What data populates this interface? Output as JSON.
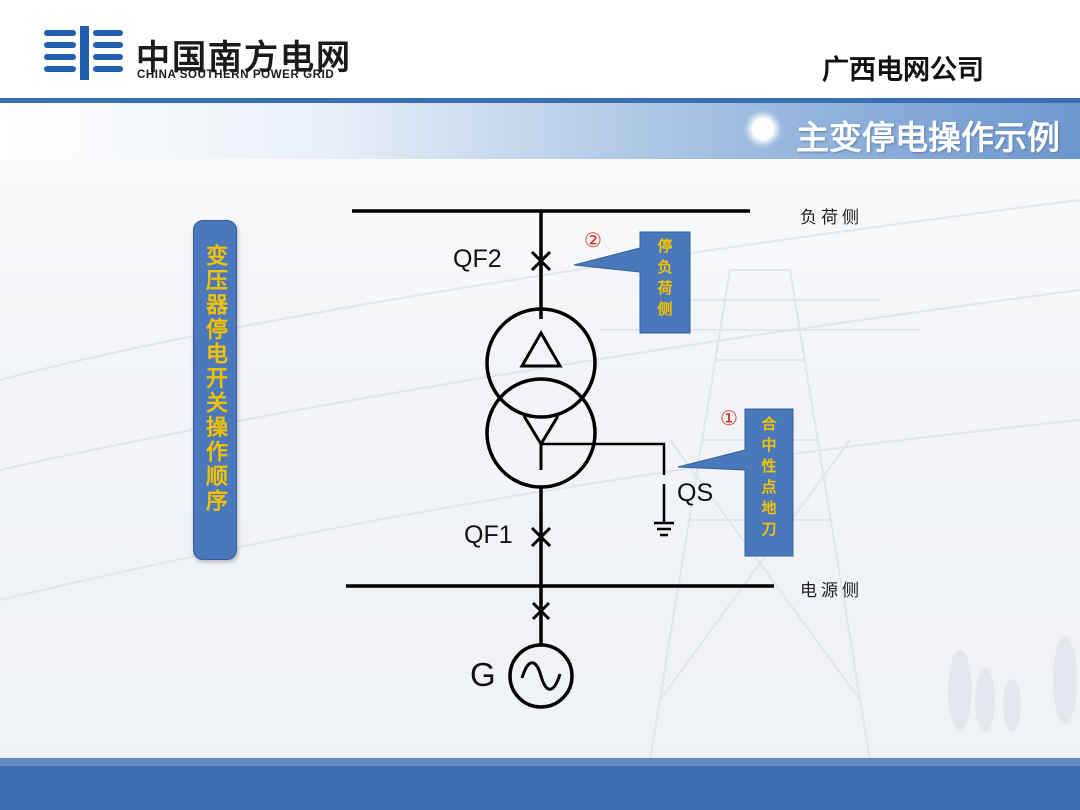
{
  "header": {
    "logo_cn": "中国南方电网",
    "logo_en": "CHINA SOUTHERN POWER GRID",
    "company": "广西电网公司"
  },
  "title": "主变停电操作示例",
  "side_box": "变压器停电开关操作顺序",
  "diagram": {
    "load_side": "负荷侧",
    "source_side": "电源侧",
    "qf2": "QF2",
    "qf1": "QF1",
    "qs": "QS",
    "g": "G",
    "step2": {
      "num": "②",
      "text": "停负荷侧"
    },
    "step1": {
      "num": "①",
      "text": "合中性点地刀"
    }
  },
  "colors": {
    "brand_blue": "#3d6db0",
    "box_blue": "#4a78bb",
    "callout_text": "#f2c100",
    "step_number": "#d9261c"
  }
}
